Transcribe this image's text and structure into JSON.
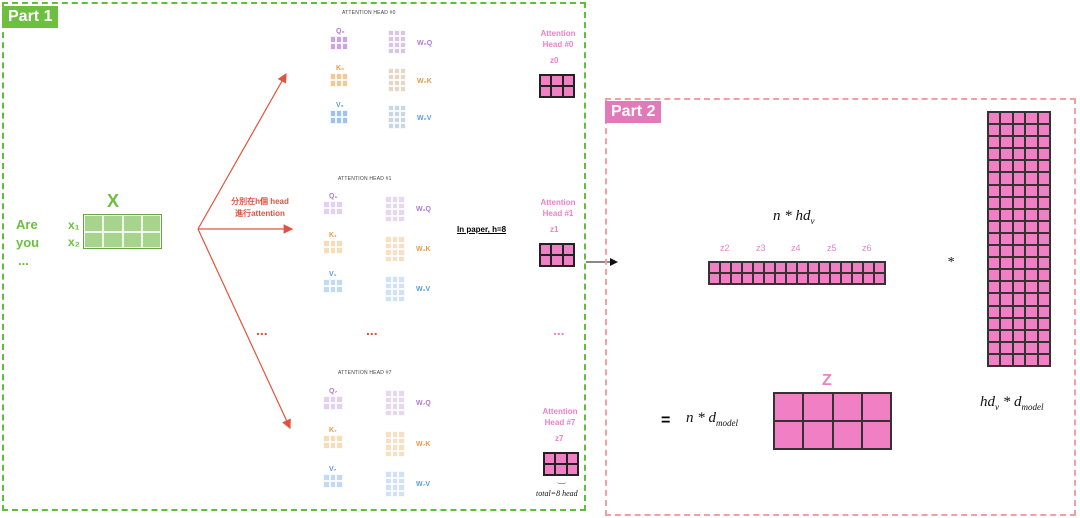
{
  "part1": {
    "tag": "Part 1"
  },
  "part2": {
    "tag": "Part 2"
  },
  "inputs": {
    "x_label": "X",
    "words": [
      "Are",
      "you",
      "..."
    ],
    "rows": [
      "x₁",
      "x₂"
    ]
  },
  "split_note": [
    "分別在h個 head",
    "進行attention"
  ],
  "paper_note": "In paper, h=8",
  "heads": [
    {
      "title": "ATTENTION HEAD #0",
      "q": "Q₀",
      "k": "K₀",
      "v": "V₀",
      "wq": "W₀Q",
      "wk": "W₀K",
      "wv": "W₀V",
      "out_label": [
        "Attention",
        "Head #0"
      ],
      "z": "z0"
    },
    {
      "title": "ATTENTION HEAD #1",
      "q": "Q₁",
      "k": "K₁",
      "v": "V₁",
      "wq": "W₁Q",
      "wk": "W₁K",
      "wv": "W₁V",
      "out_label": [
        "Attention",
        "Head #1"
      ],
      "z": "z1"
    },
    {
      "title": "ATTENTION HEAD #7",
      "q": "Q₇",
      "k": "K₇",
      "v": "V₇",
      "wq": "W₇Q",
      "wk": "W₇K",
      "wv": "W₇V",
      "out_label": [
        "Attention",
        "Head #7"
      ],
      "z": "z7"
    }
  ],
  "ellipsis": "...",
  "total_note": "total=8 head",
  "concat": {
    "dim": "n * hd",
    "dim_sub": "v",
    "labels": [
      "z2",
      "z3",
      "z4",
      "z5",
      "z6"
    ]
  },
  "multiply": "*",
  "equals": "=",
  "result": {
    "label": "Z",
    "dim": "n * d",
    "dim_sub": "model"
  },
  "wo": {
    "dim": "hd",
    "dim_sub1": "v",
    "dim_mid": " * d",
    "dim_sub2": "model"
  },
  "colors": {
    "green": "#a6d48c",
    "pink": "#f07fc4",
    "purple": "#c9a6e0",
    "orange": "#f5c796",
    "blue": "#9cc3ef",
    "red": "#e0543e"
  }
}
